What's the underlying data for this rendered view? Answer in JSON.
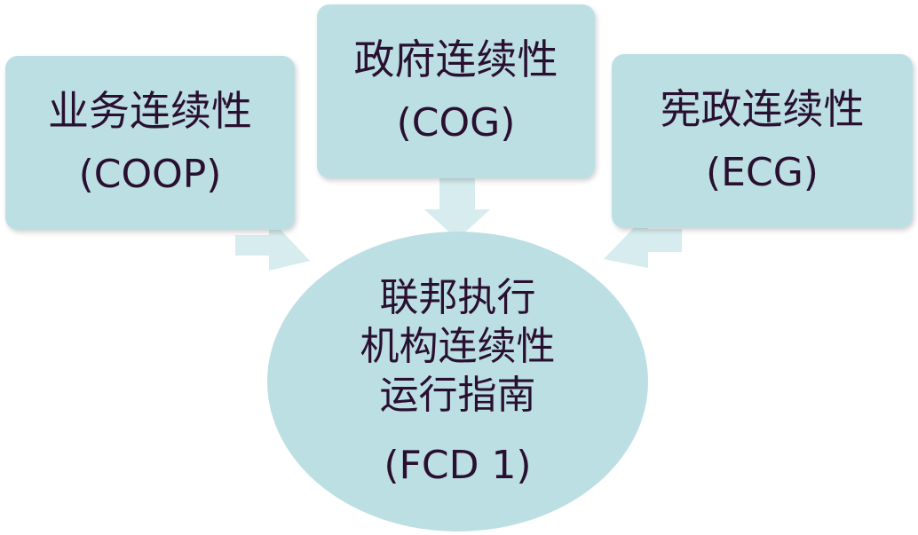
{
  "boxes": {
    "coop": {
      "label": "业务连续性",
      "code": "(COOP)"
    },
    "cog": {
      "label": "政府连续性",
      "code": "(COG)"
    },
    "ecg": {
      "label": "宪政连续性",
      "code": "(ECG)"
    }
  },
  "center": {
    "lines": [
      "联邦执行",
      "机构连续性",
      "运行指南"
    ],
    "code": "(FCD 1)"
  },
  "colors": {
    "box_fill": "#bcdfe4",
    "arrow_fill": "#d6ecee",
    "text": "#2a1030"
  }
}
